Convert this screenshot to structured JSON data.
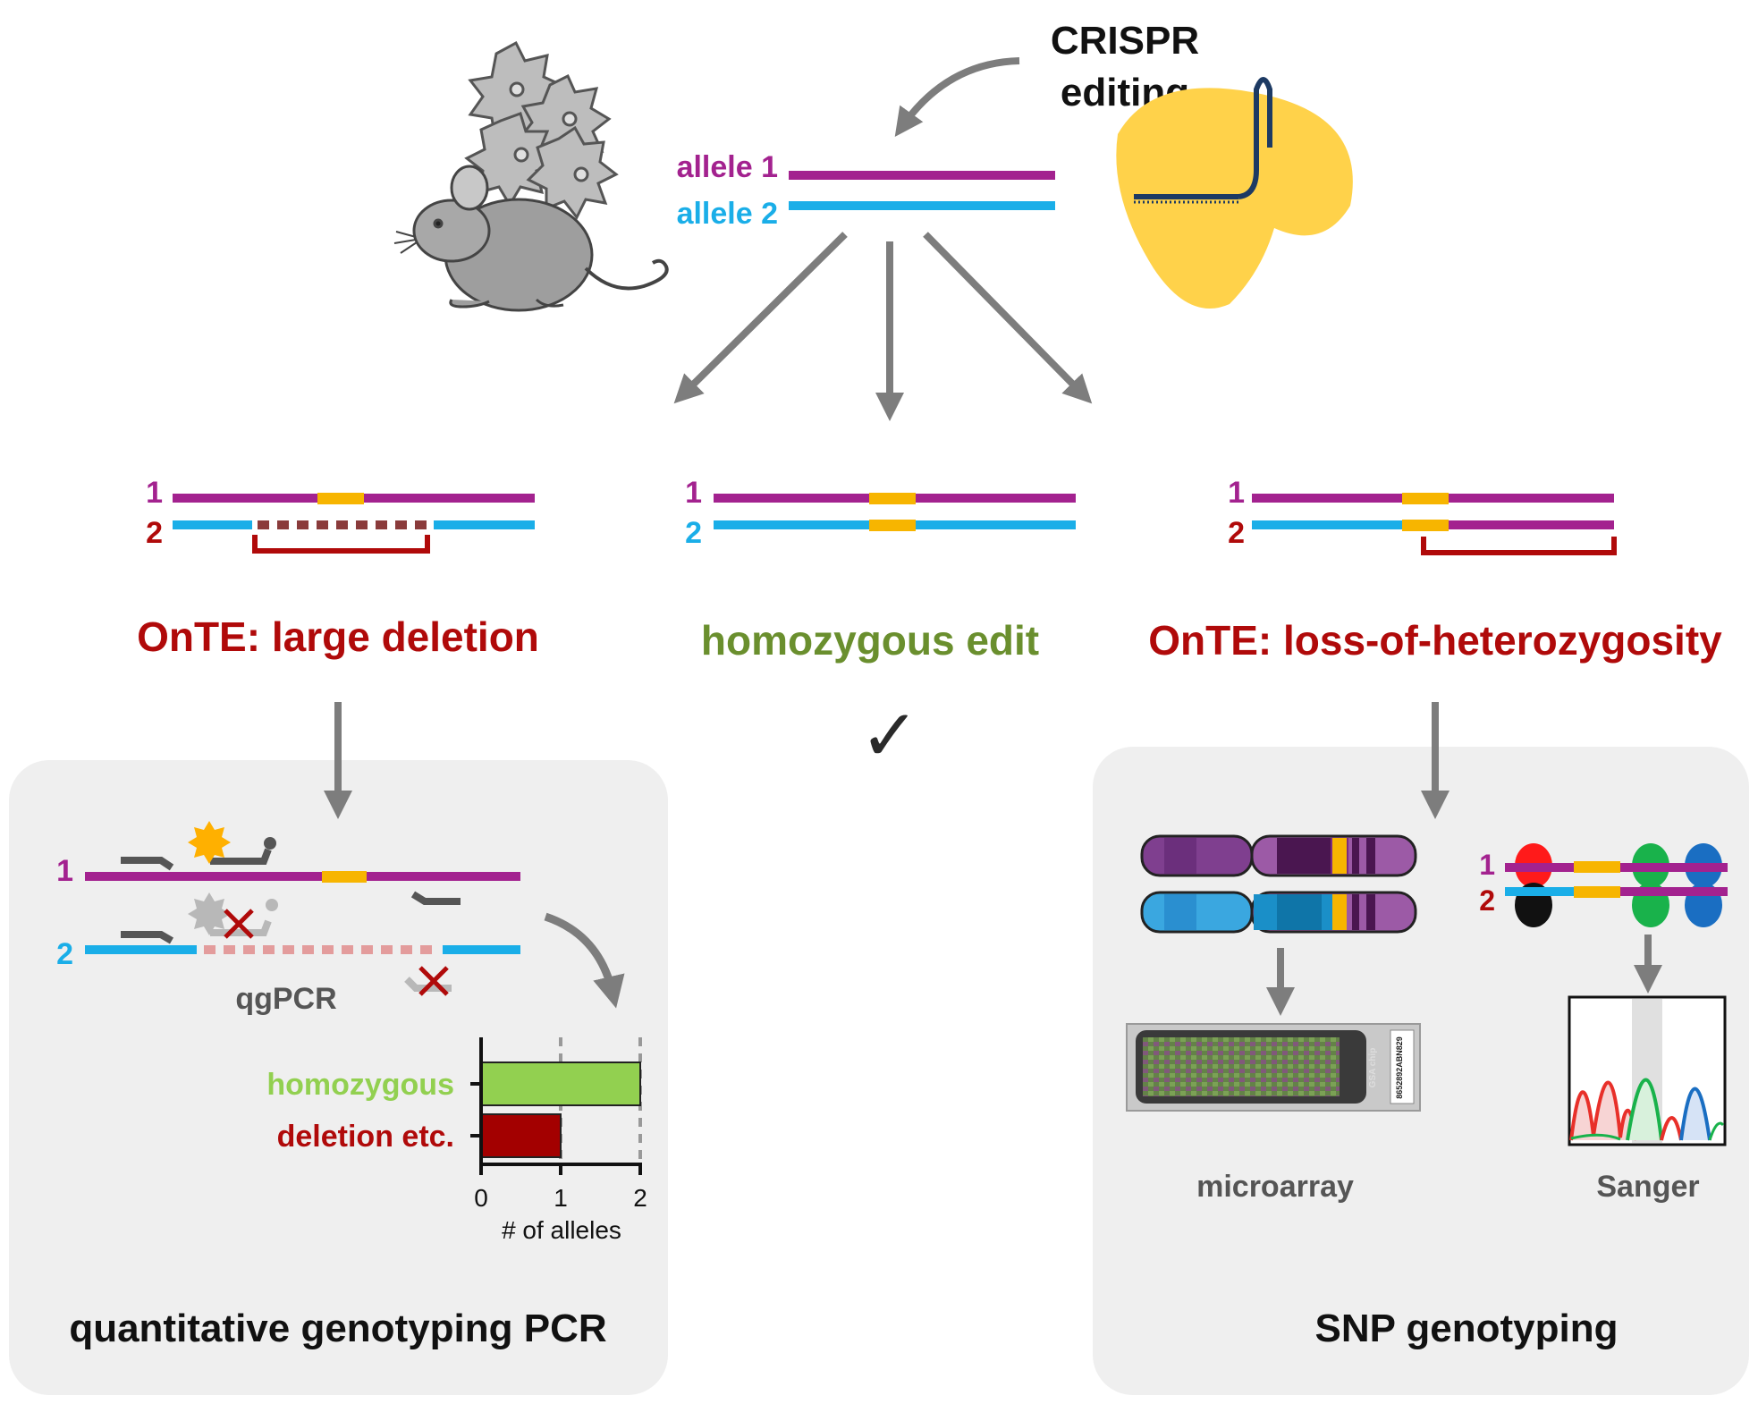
{
  "header": {
    "crispr_line1": "CRISPR",
    "crispr_line2": "editing",
    "allele1": "allele 1",
    "allele2": "allele 2"
  },
  "outcomes": {
    "left_num1": "1",
    "left_num2": "2",
    "mid_num1": "1",
    "mid_num2": "2",
    "right_num1": "1",
    "right_num2": "2",
    "left_title": "OnTE: large deletion",
    "mid_title": "homozygous edit",
    "right_title": "OnTE: loss-of-heterozygosity",
    "checkmark": "✓"
  },
  "qgpcr_panel": {
    "num1": "1",
    "num2": "2",
    "assay_label": "qgPCR",
    "title": "quantitative genotyping PCR"
  },
  "snp_panel": {
    "num1": "1",
    "num2": "2",
    "microarray_label": "microarray",
    "sanger_label": "Sanger",
    "chip_text": "GSA chip",
    "chip_barcode": "8652892ABN829",
    "title": "SNP genotyping"
  },
  "colors": {
    "allele1": "#a3228f",
    "allele2": "#1aaee8",
    "edit": "#f7b500",
    "ote_red": "#b00a0a",
    "homozygous_green": "#6a8f2e",
    "bar_green": "#92d050",
    "bar_red": "#a30000",
    "arrow_gray": "#7d7d7d",
    "panel_bg": "#efefef",
    "cas9_yellow": "#ffd24a",
    "guide_navy": "#1d3a63"
  },
  "chart_data": {
    "type": "bar",
    "orientation": "horizontal",
    "categories": [
      "homozygous",
      "deletion etc."
    ],
    "values": [
      2,
      1
    ],
    "bar_colors": [
      "#92d050",
      "#a30000"
    ],
    "xlabel": "# of alleles",
    "xlim": [
      0,
      2
    ],
    "xticks": [
      0,
      1,
      2
    ],
    "grid": "dashed vertical lines at 1 and 2"
  }
}
